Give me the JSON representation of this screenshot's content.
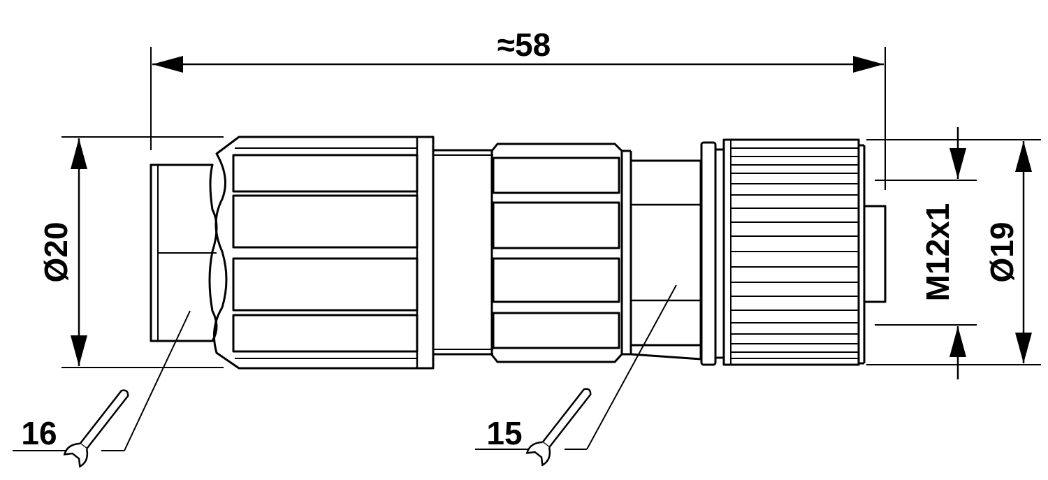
{
  "dimensions": {
    "length": "≈58",
    "nut_diameter": "Ø20",
    "thread": "M12x1",
    "coupling_diameter": "Ø19"
  },
  "wrench_sizes": {
    "left": "16",
    "right": "15"
  },
  "colors": {
    "line": "#000000",
    "background": "#ffffff"
  },
  "icons": [
    "open-end-wrench-icon",
    "dimension-arrow-icon"
  ]
}
